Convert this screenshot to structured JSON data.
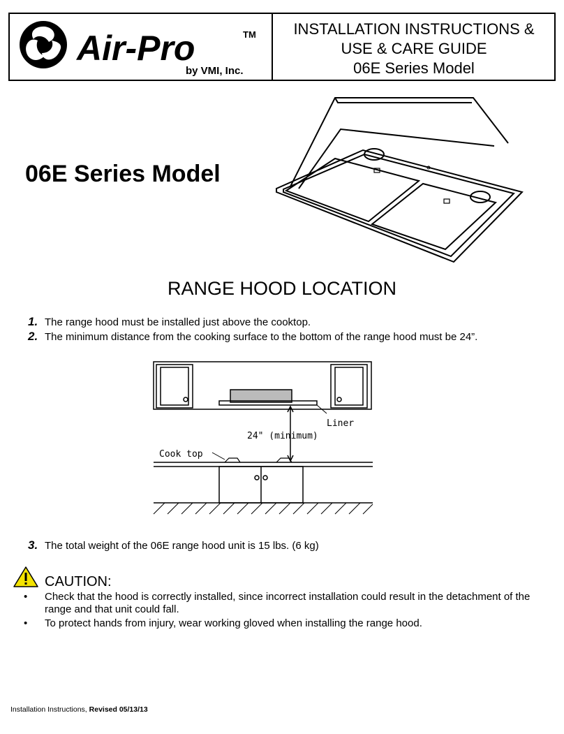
{
  "header": {
    "logo": {
      "brand": "Air-Pro",
      "trademark": "TM",
      "byline": "by VMI, Inc."
    },
    "title_lines": [
      "INSTALLATION INSTRUCTIONS &",
      "USE & CARE GUIDE",
      "06E Series Model"
    ]
  },
  "main_title": "06E Series Model",
  "section": {
    "heading": "RANGE HOOD LOCATION",
    "steps": [
      {
        "number": "1.",
        "text": "The range hood must be installed just above the cooktop."
      },
      {
        "number": "2.",
        "text": "The minimum distance from the cooking surface to the bottom of the range hood must be 24”."
      },
      {
        "number": "3.",
        "text": "The total weight of the 06E range hood unit is 15 lbs. (6 kg)"
      }
    ]
  },
  "diagram": {
    "liner_label": "Liner",
    "distance_label": "24\" (minimum)",
    "cooktop_label": "Cook top"
  },
  "caution": {
    "icon": "warning-triangle-icon",
    "title": "CAUTION:",
    "items": [
      "Check that the hood is correctly installed, since incorrect installation could result in the detachment of the range and that unit could fall.",
      "To protect hands from injury, wear working gloved when installing the range hood."
    ]
  },
  "footer": {
    "prefix": "Installation Instructions, ",
    "revision": "Revised 05/13/13"
  }
}
